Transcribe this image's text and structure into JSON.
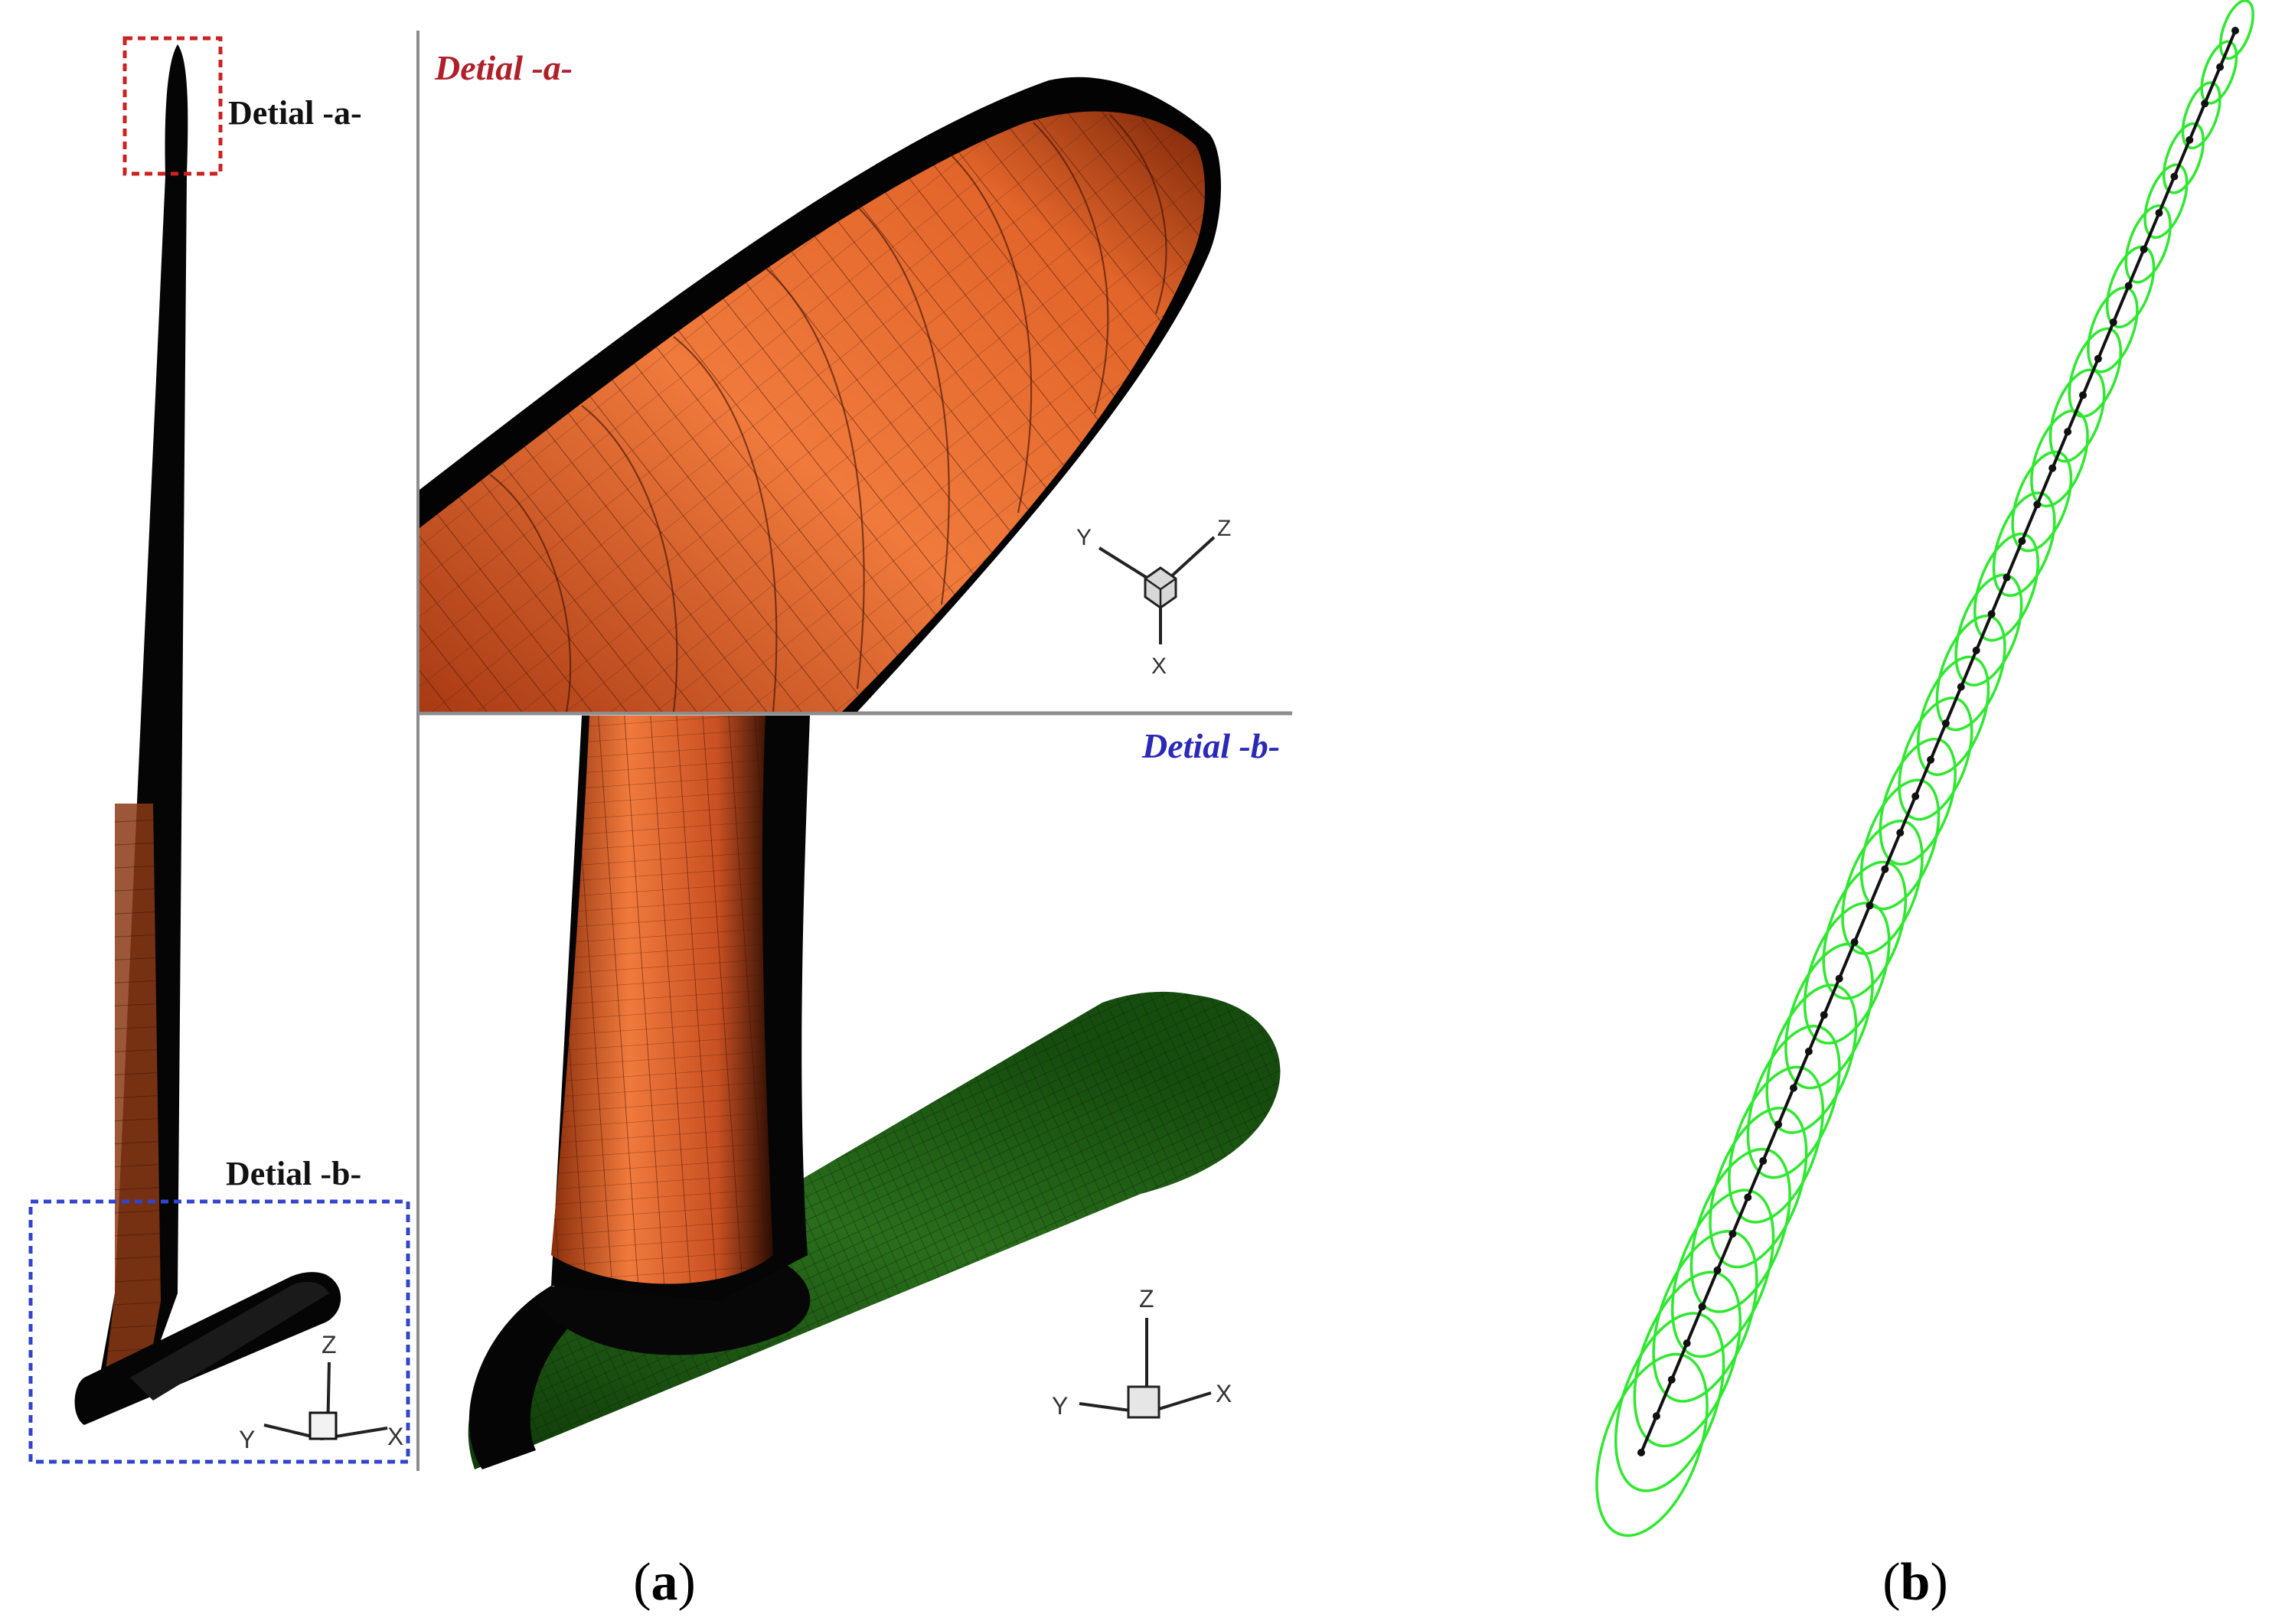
{
  "detail_labels": {
    "left_a": "Detial -a-",
    "left_b": "Detial -b-",
    "inset_a": "Detial -a-",
    "inset_b": "Detial -b-"
  },
  "axes": {
    "top": {
      "x": "X",
      "y": "Y",
      "z": "Z"
    },
    "bottom": {
      "x": "X",
      "y": "Y",
      "z": "Z"
    },
    "left": {
      "x": "X",
      "y": "Y",
      "z": "Z"
    }
  },
  "captions": {
    "a": {
      "open": "(",
      "letter": "a",
      "close": ")"
    },
    "b": {
      "open": "(",
      "letter": "b",
      "close": ")"
    }
  },
  "colors": {
    "blade_orange": "#e2652a",
    "blade_dark": "#000000",
    "hub_green": "#1f5f14",
    "wake_green": "#2fe82f",
    "red_box": "#cc2222",
    "blue_box": "#3344cc",
    "red_text": "#b0202a",
    "blue_text": "#2a2ab8"
  },
  "wake": {
    "loops": 34
  }
}
